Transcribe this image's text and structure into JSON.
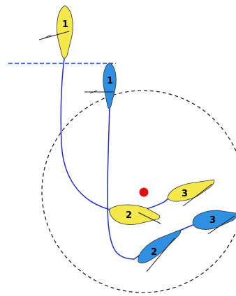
{
  "colors": {
    "yellow_boat": "#f5e84a",
    "blue_boat": "#2f8fe0",
    "track_line": "#1a2fd1",
    "mark": "#e01010",
    "zone_circle": "#222222",
    "start_line": "#1a2fd1"
  },
  "icons": {
    "mark": "red-dot",
    "boat": "sailboat-hull"
  },
  "boats": [
    {
      "label": "1",
      "team": "yellow"
    },
    {
      "label": "1",
      "team": "blue"
    },
    {
      "label": "2",
      "team": "yellow"
    },
    {
      "label": "2",
      "team": "blue"
    },
    {
      "label": "3",
      "team": "yellow"
    },
    {
      "label": "3",
      "team": "blue"
    }
  ]
}
